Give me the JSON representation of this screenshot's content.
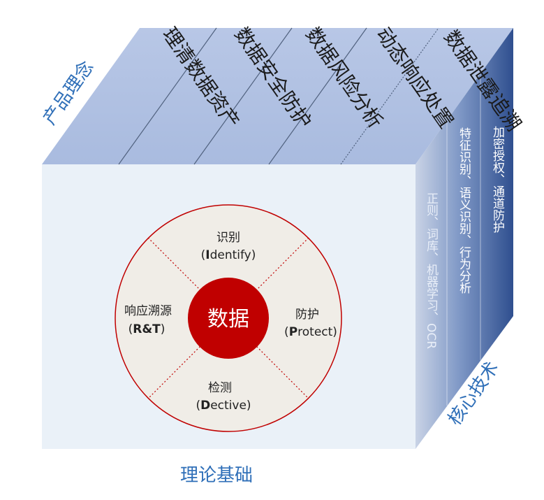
{
  "top_label": "产品理念",
  "top_columns": [
    "理清数据资产",
    "数据安全防护",
    "数据风险分析",
    "动态响应处置",
    "数据泄露追溯"
  ],
  "right_label": "核心技术",
  "right_columns": [
    "正则、词库、机器学习、OCR",
    "特征识别、语义识别、行为分析",
    "加密授权、通道防护"
  ],
  "bottom_label": "理论基础",
  "center": {
    "label": "数据",
    "quadrants": {
      "top": {
        "cn": "识别",
        "bold": "I",
        "rest": "dentify)"
      },
      "right": {
        "cn": "防护",
        "bold": "P",
        "rest": "rotect)"
      },
      "bottom": {
        "cn": "检测",
        "bold": "D",
        "rest": "ective)"
      },
      "left": {
        "cn": "响应溯源",
        "bold": "R&T",
        "rest": ")"
      }
    }
  },
  "colors": {
    "top_face": "#b3c3e3",
    "right_face_dark": "#2f4f8f",
    "front_face": "#eaf1f8",
    "circle_fill": "#c00000",
    "ring_fill": "#f0ede7",
    "label_blue": "#2f6fb8"
  }
}
